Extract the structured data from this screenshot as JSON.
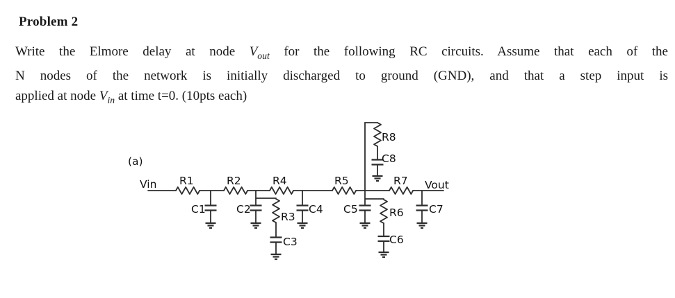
{
  "document": {
    "title": "Problem 2",
    "body_lines": [
      {
        "pre": "Write the Elmore delay at node ",
        "math_var": "V",
        "math_sub": "out",
        "post": " for the following RC circuits. Assume that each of the"
      },
      {
        "text": "N nodes of the network is initially discharged to ground (GND), and that a step input is"
      },
      {
        "pre": "applied at node ",
        "math_var": "V",
        "math_sub": "in",
        "post": " at time t=0. (10pts each)"
      }
    ]
  },
  "figure": {
    "label": "(a)",
    "nodes": {
      "input": "Vin",
      "output": "Vout"
    },
    "components": {
      "r1": "R1",
      "r2": "R2",
      "r3": "R3",
      "r4": "R4",
      "r5": "R5",
      "r6": "R6",
      "r7": "R7",
      "r8": "R8",
      "c1": "C1",
      "c2": "C2",
      "c3": "C3",
      "c4": "C4",
      "c5": "C5",
      "c6": "C6",
      "c7": "C7",
      "c8": "C8"
    }
  },
  "colors": {
    "ink": "#1a1a1a",
    "wire": "#2d2d2d",
    "background": "#ffffff"
  }
}
